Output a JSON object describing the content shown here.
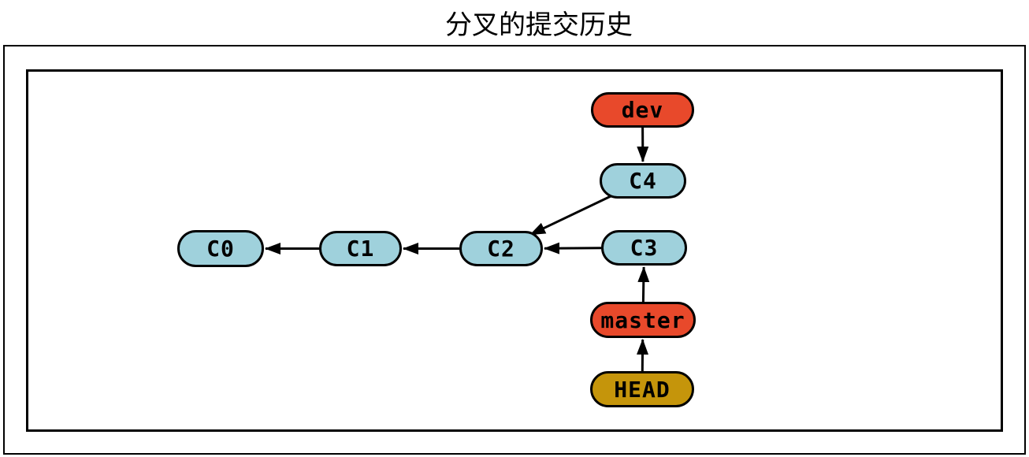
{
  "title": "分叉的提交历史",
  "colors": {
    "commit_fill": "#9fd1dc",
    "branch_fill": "#e8492b",
    "head_fill": "#c5950b",
    "stroke": "#000000"
  },
  "nodes": [
    {
      "id": "dev",
      "label": "dev",
      "type": "branch"
    },
    {
      "id": "C4",
      "label": "C4",
      "type": "commit"
    },
    {
      "id": "C0",
      "label": "C0",
      "type": "commit"
    },
    {
      "id": "C1",
      "label": "C1",
      "type": "commit"
    },
    {
      "id": "C2",
      "label": "C2",
      "type": "commit"
    },
    {
      "id": "C3",
      "label": "C3",
      "type": "commit"
    },
    {
      "id": "master",
      "label": "master",
      "type": "branch"
    },
    {
      "id": "HEAD",
      "label": "HEAD",
      "type": "head"
    }
  ],
  "edges": [
    {
      "from": "dev",
      "to": "C4"
    },
    {
      "from": "C4",
      "to": "C2"
    },
    {
      "from": "C1",
      "to": "C0"
    },
    {
      "from": "C2",
      "to": "C1"
    },
    {
      "from": "C3",
      "to": "C2"
    },
    {
      "from": "master",
      "to": "C3"
    },
    {
      "from": "HEAD",
      "to": "master"
    }
  ]
}
